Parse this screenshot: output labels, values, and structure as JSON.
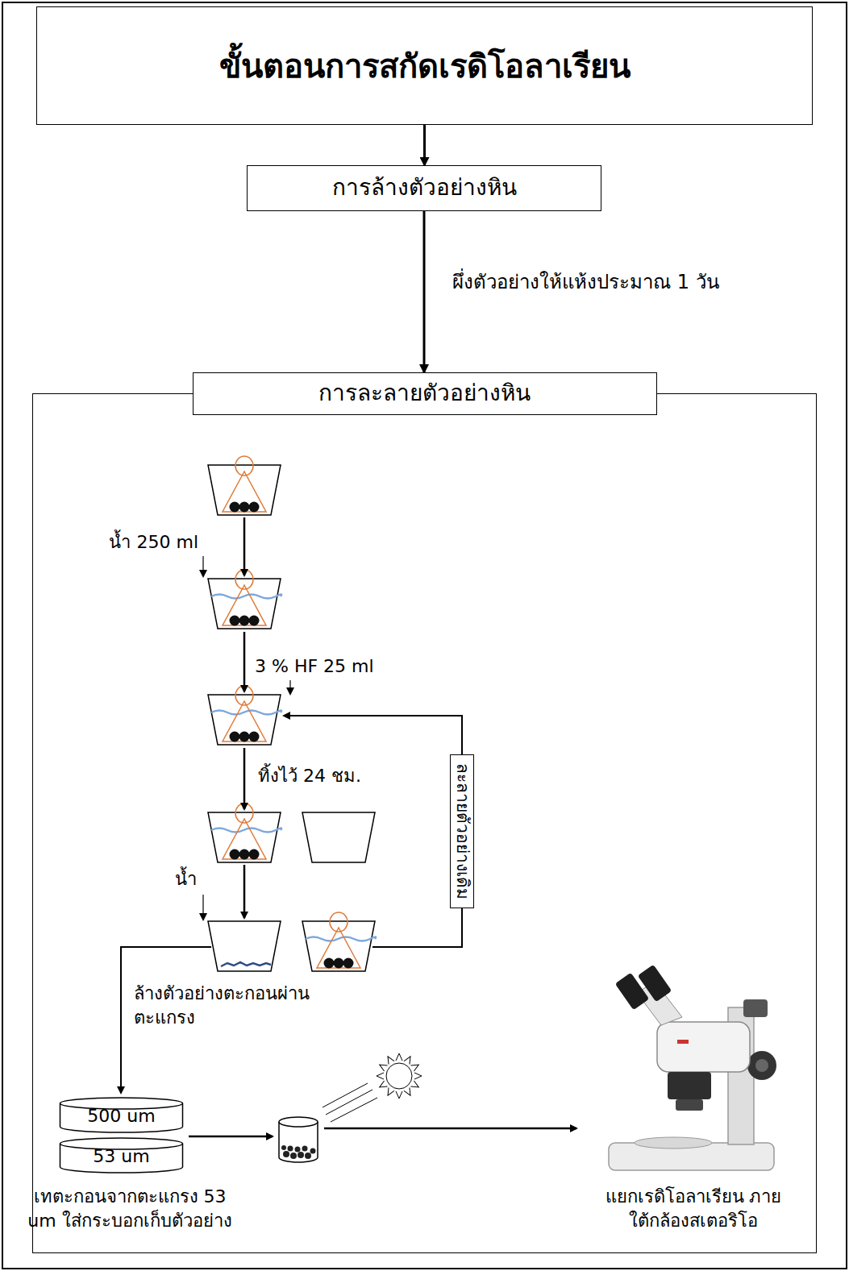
{
  "diagram": {
    "nodes": [
      {
        "text": [
          "ขั้นตอนการสกัดเรดิโอลาเรียน"
        ]
      },
      {
        "text": [
          "การล้างตัวอย่างหิน"
        ]
      },
      {
        "text": [
          "การละลายตัวอย่างหิน"
        ]
      },
      {
        "text": [
          "ละลายตัวอย่างเดิม"
        ],
        "in": 2
      },
      {
        "text": [
          "500 um"
        ],
        "in": 2
      },
      {
        "text": [
          "53 um"
        ],
        "in": 2
      }
    ],
    "edges": [
      {
        "from": 0,
        "to": 1,
        "arrow": "to"
      },
      {
        "from": 1,
        "to": 2,
        "label": "ผึ่งตัวอย่างให้แห้งประมาณ 1 วัน",
        "arrow": "to"
      }
    ],
    "labels": [
      "น้ำ 250 ml",
      "3 % HF 25 ml",
      "ทิ้งไว้ 24 ชม.",
      "น้ำ",
      "ล้างตัวอย่างตะกอนผ่าน ตะแกรง",
      "เทตะกอนจากตะแกรง 53 um ใส่กระบอกเก็บตัวอย่าง",
      "แยกเรดิโอลาเรียน ภายใต้กล้องสเตอริโอ"
    ]
  }
}
